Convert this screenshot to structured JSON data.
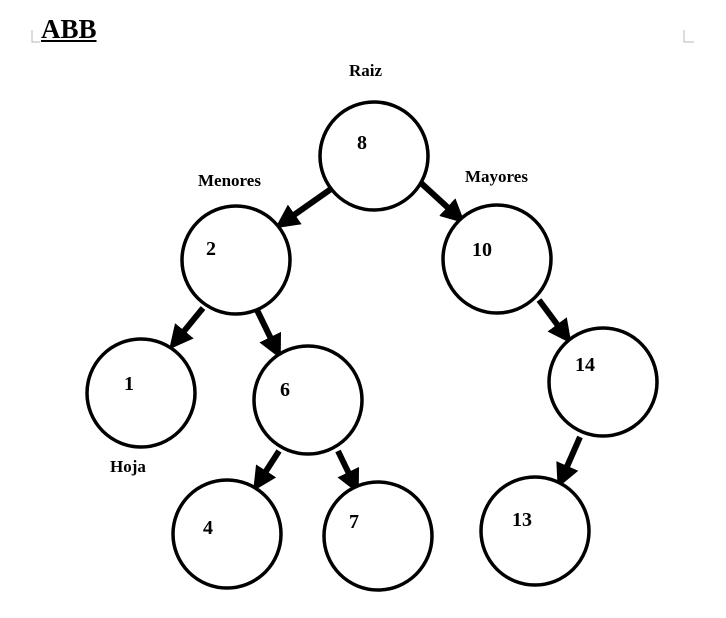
{
  "title": "ABB",
  "annotations": {
    "root": "Raiz",
    "lesser": "Menores",
    "greater": "Mayores",
    "leaf": "Hoja"
  },
  "nodes": [
    {
      "id": "n8",
      "label": "8"
    },
    {
      "id": "n2",
      "label": "2"
    },
    {
      "id": "n10",
      "label": "10"
    },
    {
      "id": "n1",
      "label": "1"
    },
    {
      "id": "n6",
      "label": "6"
    },
    {
      "id": "n14",
      "label": "14"
    },
    {
      "id": "n4",
      "label": "4"
    },
    {
      "id": "n7",
      "label": "7"
    },
    {
      "id": "n13",
      "label": "13"
    }
  ],
  "edges": [
    {
      "from": "n8",
      "to": "n2"
    },
    {
      "from": "n8",
      "to": "n10"
    },
    {
      "from": "n2",
      "to": "n1"
    },
    {
      "from": "n2",
      "to": "n6"
    },
    {
      "from": "n10",
      "to": "n14"
    },
    {
      "from": "n6",
      "to": "n4"
    },
    {
      "from": "n6",
      "to": "n7"
    },
    {
      "from": "n14",
      "to": "n13"
    }
  ]
}
